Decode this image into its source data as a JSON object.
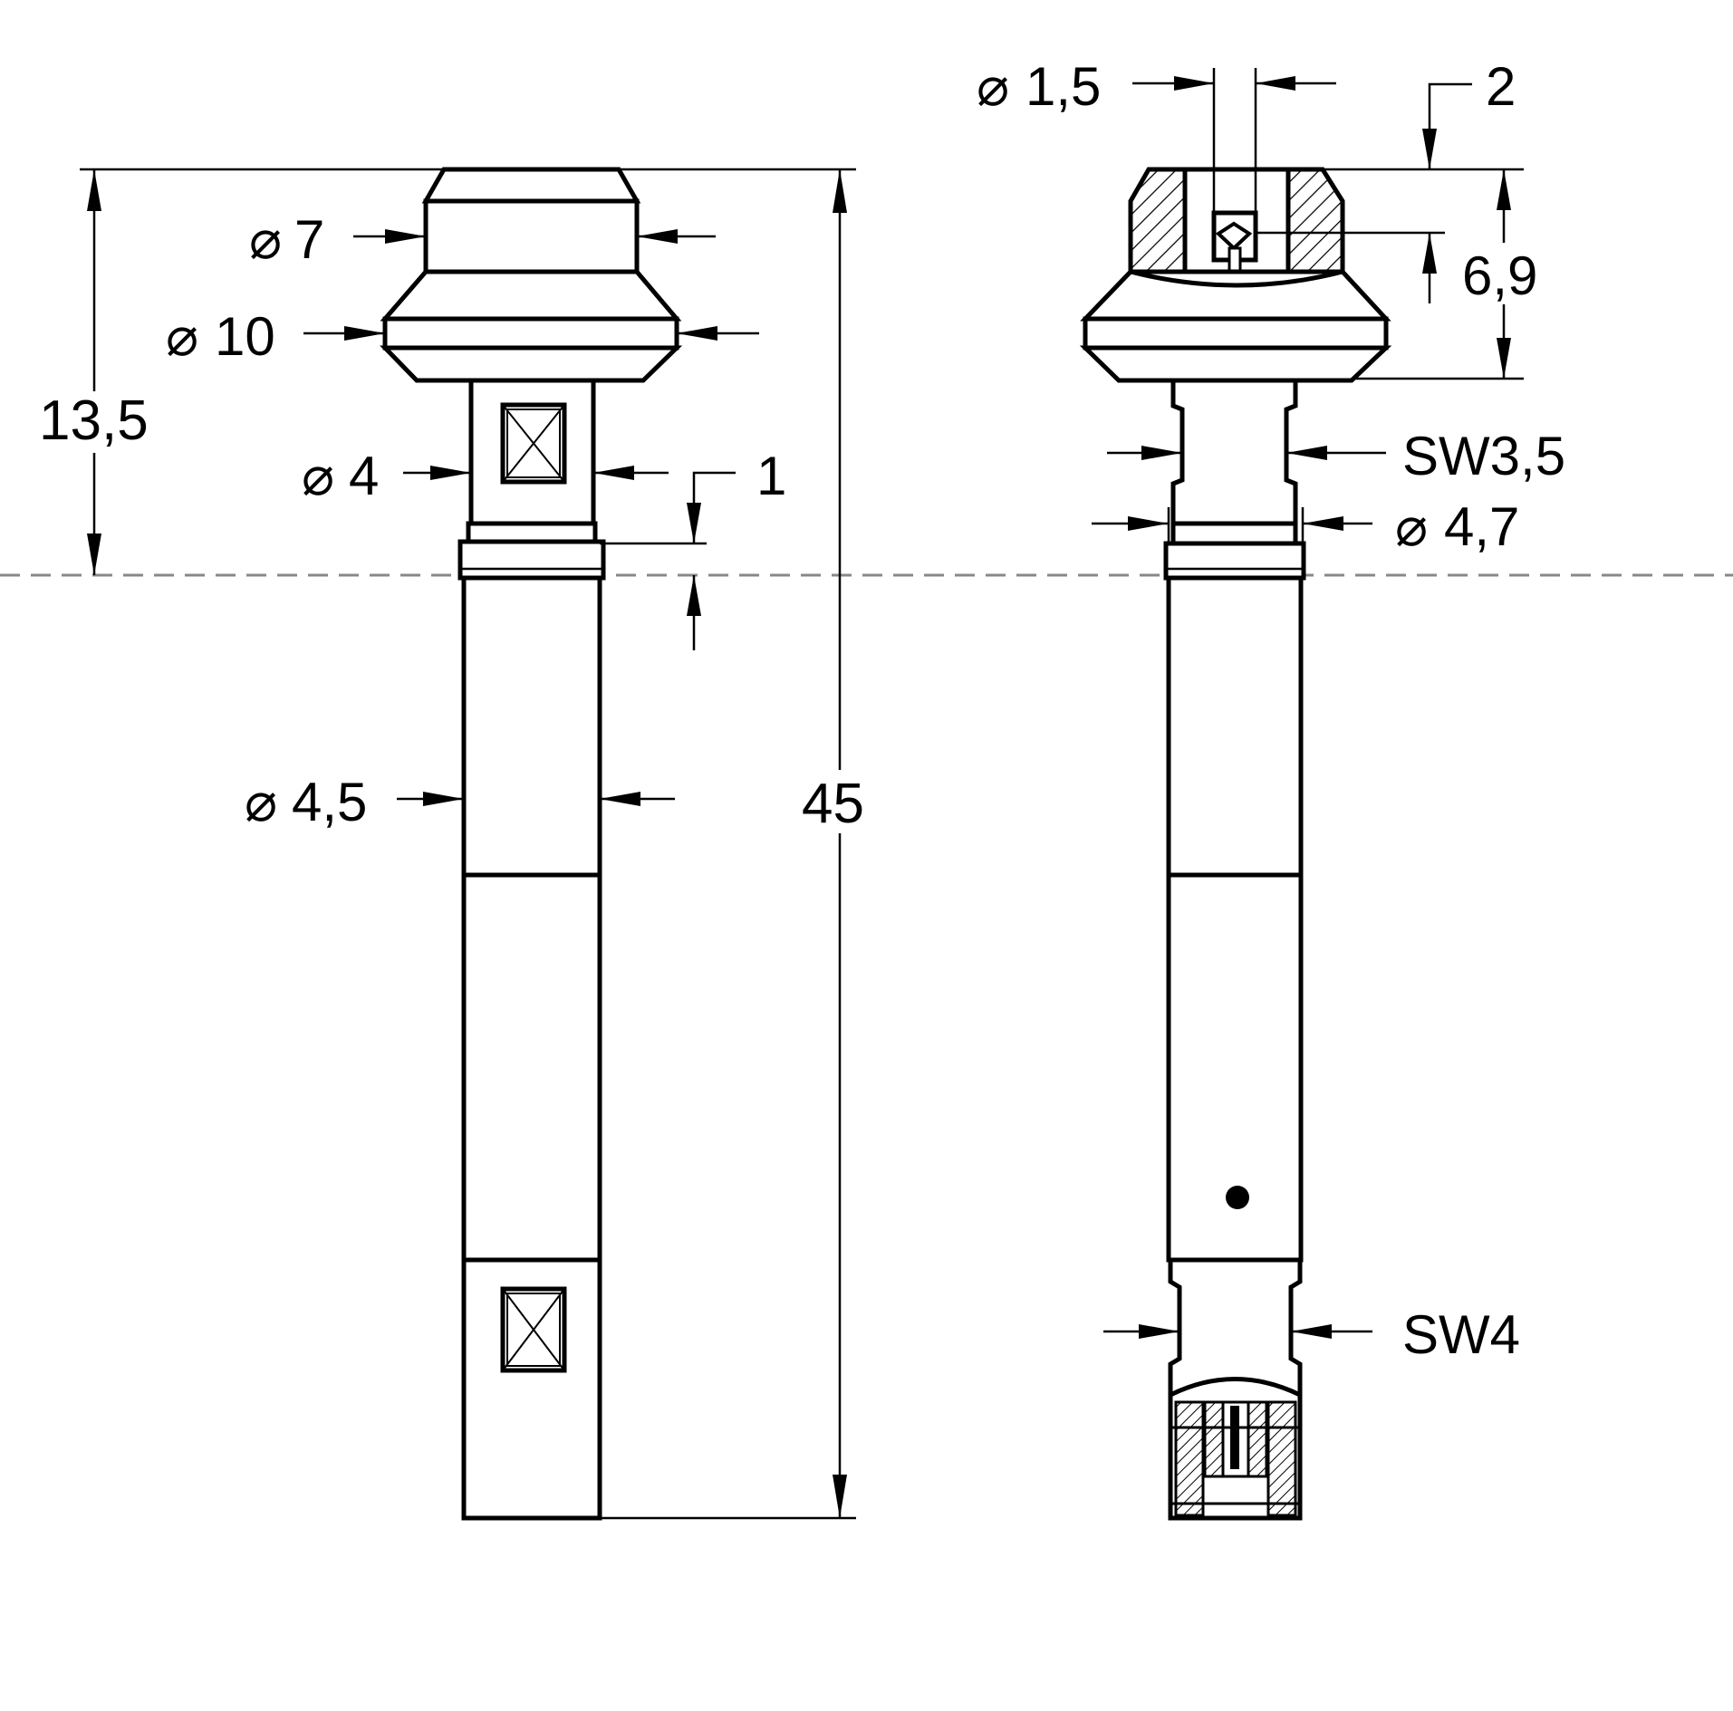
{
  "drawing": {
    "left_view": {
      "diameter_symbol": "⌀",
      "dim_head_top": "7",
      "dim_head_flange": "10",
      "dim_neck": "4",
      "dim_shaft": "4,5",
      "dim_offset": "1",
      "dim_upper_length": "13,5",
      "dim_total_length": "45"
    },
    "right_view": {
      "diameter_symbol": "⌀",
      "dim_bore": "1,5",
      "dim_bore_depth_offset": "2",
      "dim_head_height": "6,9",
      "dim_neck_flats": "SW3,5",
      "dim_collar": "4,7",
      "dim_end_flats": "SW4"
    }
  }
}
